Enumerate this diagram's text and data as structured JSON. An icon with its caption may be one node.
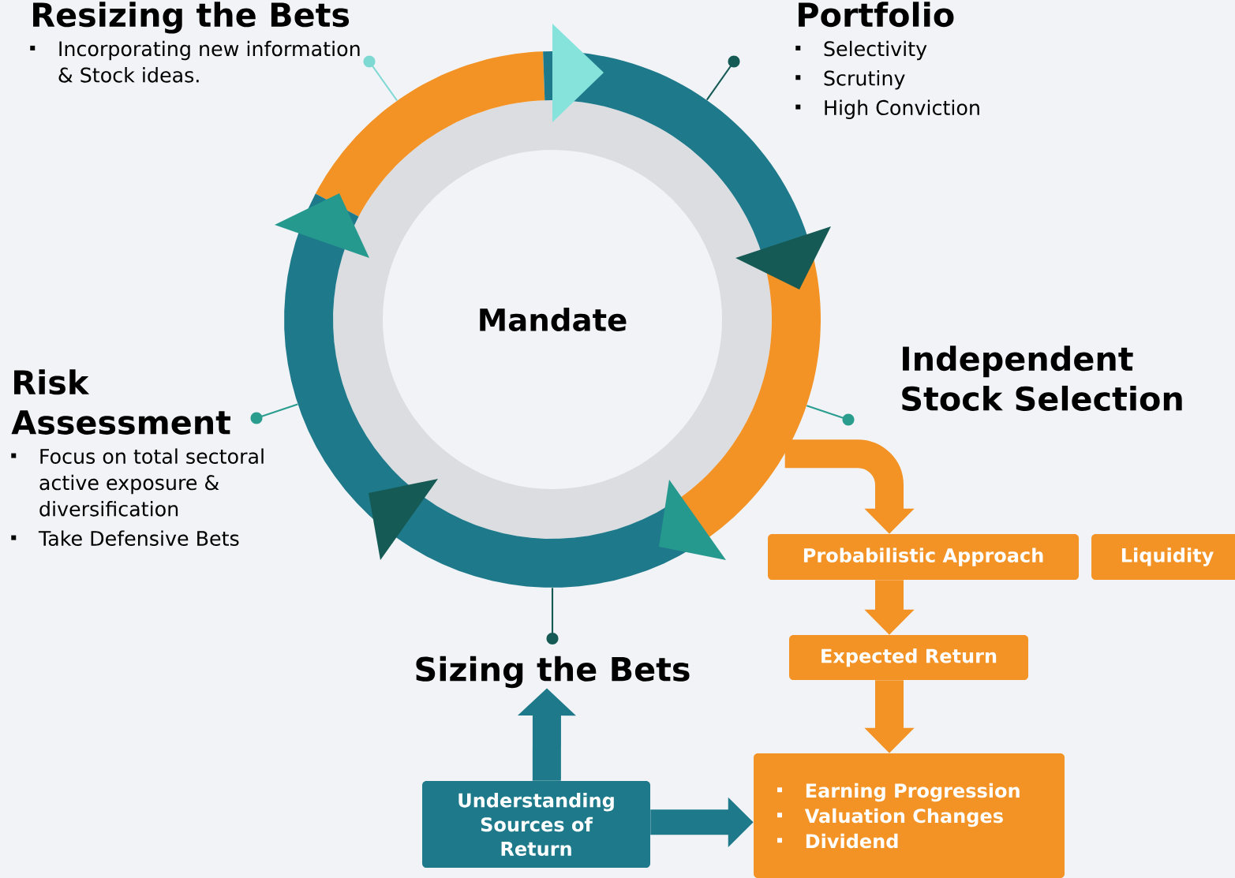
{
  "diagram": {
    "nodes": [
      {
        "text": [
          "Resizing the Bets",
          "Incorporating new information & Stock ideas."
        ]
      },
      {
        "text": [
          "Portfolio",
          "Selectivity",
          "Scrutiny",
          "High Conviction"
        ]
      },
      {
        "text": [],
        "shape": "circle"
      },
      {
        "text": [
          "Mandate"
        ],
        "in": 2
      },
      {
        "text": [
          "Risk Assessment",
          "Focus on total sectoral active exposure & diversification",
          "Take Defensive Bets"
        ]
      },
      {
        "text": [
          "Independent Stock Selection"
        ]
      },
      {
        "text": [
          "Sizing the Bets"
        ]
      },
      {
        "text": [
          "Probabilistic Approach"
        ]
      },
      {
        "text": [
          "Liquidity"
        ]
      },
      {
        "text": [
          "Expected Return"
        ]
      },
      {
        "text": [
          "Earning Progression",
          "Valuation Changes",
          "Dividend"
        ]
      },
      {
        "text": [
          "Understanding Sources of Return"
        ]
      }
    ],
    "edges": [
      {
        "from": 0,
        "to": 2,
        "arrow": "other",
        "color": "#7fd9d3"
      },
      {
        "from": 1,
        "to": 2,
        "arrow": "other",
        "color": "#155a55"
      },
      {
        "from": 4,
        "to": 2,
        "arrow": "other",
        "color": "#2a9d8f"
      },
      {
        "from": 5,
        "to": 2,
        "arrow": "other",
        "color": "#2a9d8f"
      },
      {
        "from": 6,
        "to": 2,
        "arrow": "other",
        "color": "#155a55"
      },
      {
        "from": 2,
        "to": 7,
        "arrow": "to",
        "style": "thick",
        "color": "#f39325"
      },
      {
        "from": 7,
        "to": 9,
        "arrow": "to",
        "style": "thick",
        "color": "#f39325"
      },
      {
        "from": 9,
        "to": 10,
        "arrow": "to",
        "style": "thick",
        "color": "#f39325"
      },
      {
        "from": 11,
        "to": 6,
        "arrow": "to",
        "style": "thick",
        "color": "#1e7a8a"
      },
      {
        "from": 11,
        "to": 10,
        "arrow": "to",
        "style": "thick",
        "color": "#1e7a8a"
      }
    ]
  }
}
